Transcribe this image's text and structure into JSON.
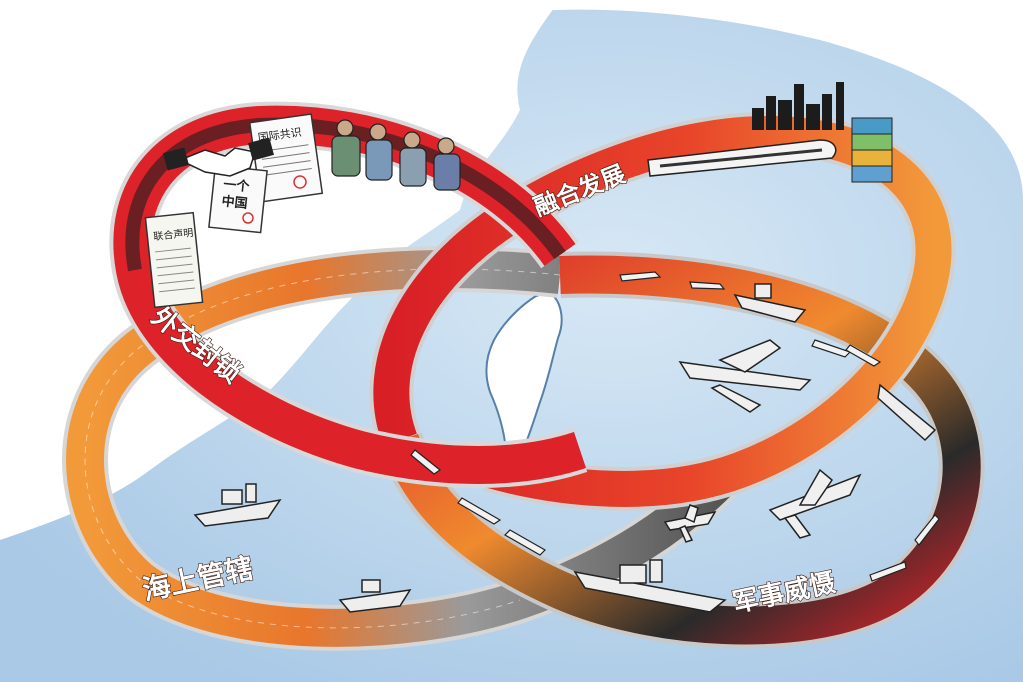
{
  "bands": {
    "diplomatic_blockade": "外交封锁",
    "integrated_development": "融合发展",
    "military_deterrence": "军事威慑",
    "maritime_control": "海上管辖"
  },
  "documents": {
    "international_consensus": "国际共识",
    "one_china_line1": "一个",
    "one_china_line2": "中国",
    "joint_statement": "联合声明"
  },
  "colors": {
    "sea": "#bcd6ec",
    "red_band": "#e0262b",
    "orange_band": "#f08a2e",
    "black_band": "#2a2a2a",
    "gray_band": "#8a8a8a"
  },
  "icons": [
    "handshake-icon",
    "people-icon",
    "city-skyline-icon",
    "train-icon",
    "container-stack-icon",
    "warship-icon",
    "fighter-jet-icon",
    "bomber-icon",
    "missile-icon",
    "scroll-icon"
  ]
}
